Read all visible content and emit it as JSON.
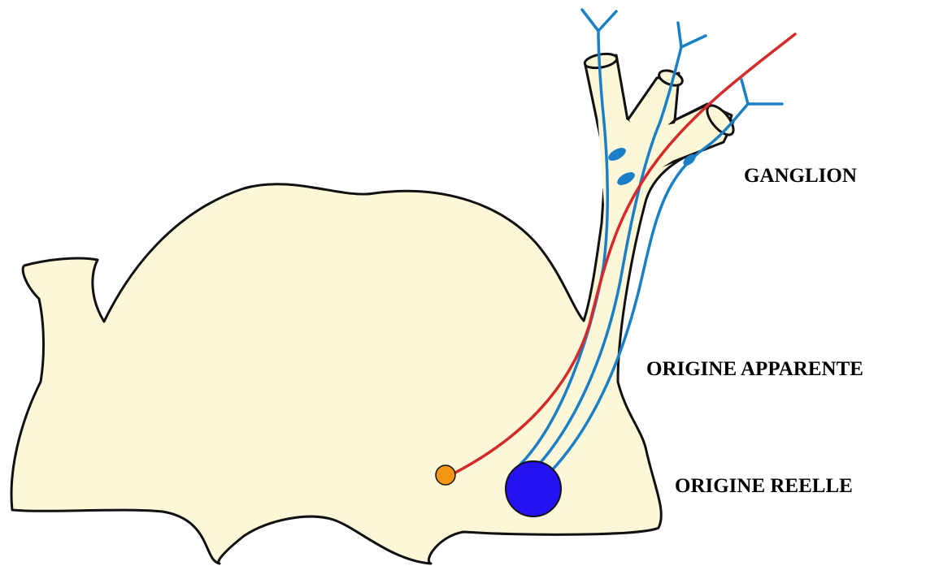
{
  "labels": {
    "ganglion": "GANGLION",
    "origine_apparente": "ORIGINE APPARENTE",
    "origine_reelle": "ORIGINE REELLE"
  },
  "colors": {
    "tissue_fill": "#fbf7d8",
    "outline": "#111111",
    "sensory_fiber": "#1b7fc6",
    "motor_fiber": "#d42a2a",
    "real_origin_nucleus": "#2412f0",
    "small_neuron": "#f39612"
  }
}
